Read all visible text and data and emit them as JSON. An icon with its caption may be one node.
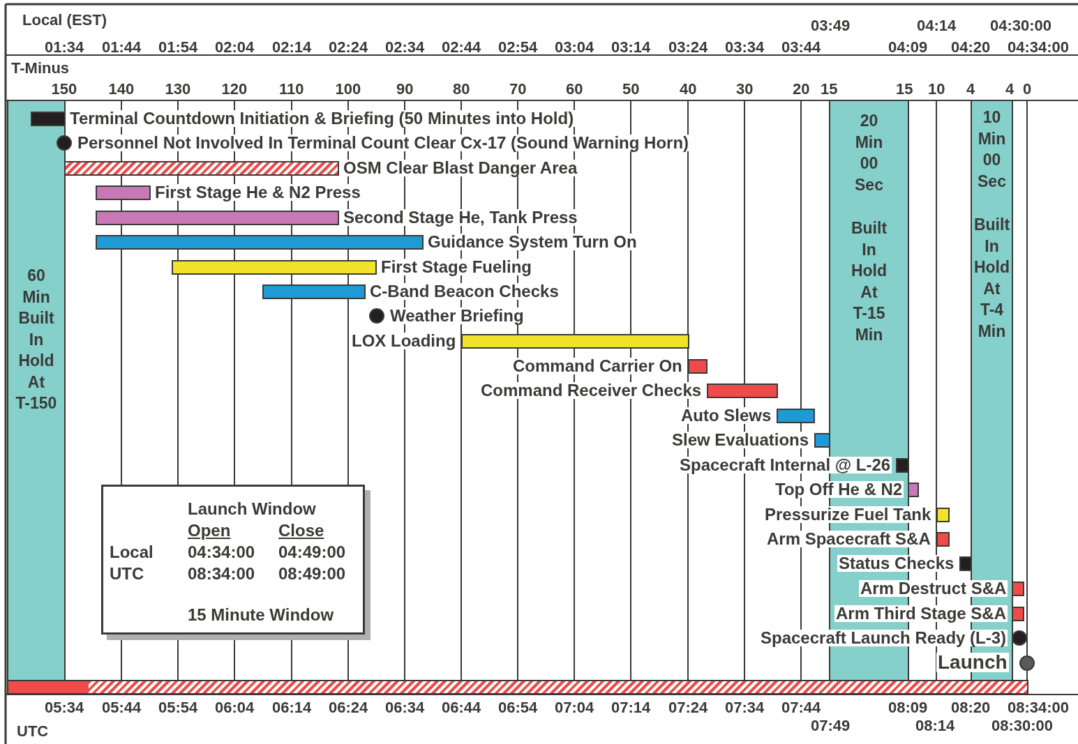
{
  "diagram": {
    "nodes": [
      {
        "text": [
          "60 Min Built In Hold At T-150"
        ]
      },
      {
        "text": [
          "20 Min 00 Sec",
          "Built In Hold At T-15 Min"
        ]
      },
      {
        "text": [
          "10 Min 00 Sec",
          "Built In Hold At T-4 Min"
        ]
      },
      {
        "text": [
          "Launch Window",
          "Open",
          "Close",
          "Local",
          "04:34:00",
          "04:49:00",
          "UTC",
          "08:34:00",
          "08:49:00",
          "15 Minute Window"
        ]
      }
    ],
    "labels": [
      "Local (EST)",
      "03:49",
      "04:14",
      "04:30:00",
      "01:34",
      "01:44",
      "01:54",
      "02:04",
      "02:14",
      "02:24",
      "02:34",
      "02:44",
      "02:54",
      "03:04",
      "03:14",
      "03:24",
      "03:34",
      "03:44",
      "04:09",
      "04:20",
      "04:34:00",
      "T-Minus",
      "150",
      "140",
      "130",
      "120",
      "110",
      "100",
      "90",
      "80",
      "70",
      "60",
      "50",
      "40",
      "30",
      "20",
      "15",
      "15",
      "10",
      "4",
      "4",
      "0",
      "Terminal Countdown Initiation & Briefing (50 Minutes into Hold)",
      "Personnel Not Involved In Terminal Count Clear Cx-17 (Sound Warning Horn)",
      "OSM Clear Blast Danger Area",
      "First Stage He & N2 Press",
      "Second Stage He, Tank Press",
      "Guidance System Turn On",
      "First Stage Fueling",
      "C-Band Beacon Checks",
      "Weather Briefing",
      "LOX Loading",
      "Command Carrier On",
      "Command Receiver Checks",
      "Auto Slews",
      "Slew Evaluations",
      "Spacecraft Internal @ L-26",
      "Top Off He & N2",
      "Pressurize Fuel Tank",
      "Arm Spacecraft S&A",
      "Status Checks",
      "Arm Destruct S&A",
      "Arm Third Stage S&A",
      "Spacecraft Launch Ready (L-3)",
      "Launch",
      "05:34",
      "05:44",
      "05:54",
      "06:04",
      "06:14",
      "06:24",
      "06:34",
      "06:44",
      "06:54",
      "07:04",
      "07:14",
      "07:24",
      "07:34",
      "07:44",
      "08:09",
      "08:20",
      "08:34:00",
      "07:49",
      "08:14",
      "08:30:00",
      "UTC"
    ]
  }
}
